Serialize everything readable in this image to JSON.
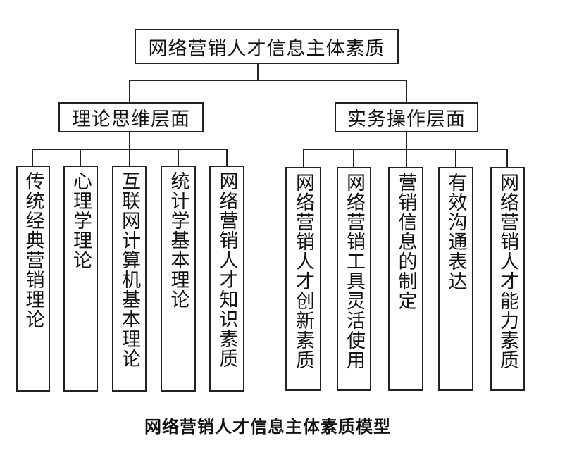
{
  "root": {
    "label": "网络营销人才信息主体素质"
  },
  "branches": [
    {
      "label": "理论思维层面",
      "leaves": [
        "传统经典营销理论",
        "心理学理论",
        "互联网计算机基本理论",
        "统计学基本理论",
        "网络营销人才知识素质"
      ]
    },
    {
      "label": "实务操作层面",
      "leaves": [
        "网络营销人才创新素质",
        "网络营销工具灵活使用",
        "营销信息的制定",
        "有效沟通表达",
        "网络营销人才能力素质"
      ]
    }
  ],
  "caption": "网络营销人才信息主体素质模型"
}
